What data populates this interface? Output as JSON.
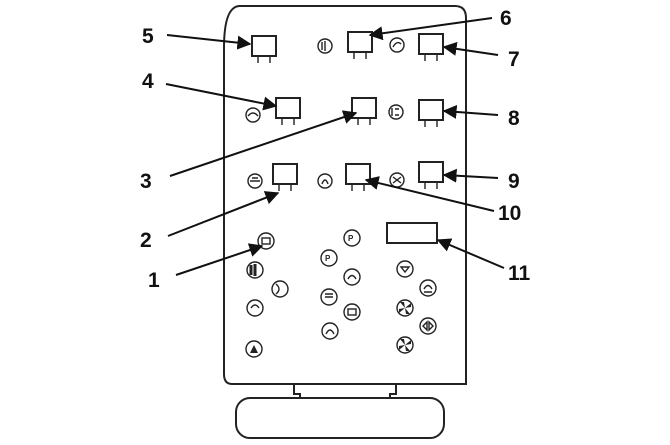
{
  "figure": {
    "callouts": [
      {
        "id": "1",
        "label": "1"
      },
      {
        "id": "2",
        "label": "2"
      },
      {
        "id": "3",
        "label": "3"
      },
      {
        "id": "4",
        "label": "4"
      },
      {
        "id": "5",
        "label": "5"
      },
      {
        "id": "6",
        "label": "6"
      },
      {
        "id": "7",
        "label": "7"
      },
      {
        "id": "8",
        "label": "8"
      },
      {
        "id": "9",
        "label": "9"
      },
      {
        "id": "10",
        "label": "10"
      },
      {
        "id": "11",
        "label": "11"
      }
    ],
    "symbol_text": {
      "parking_lamp": "P",
      "parking_lamp_left": "P"
    },
    "colors": {
      "line": "#222222",
      "text": "#111111",
      "background": "#ffffff"
    }
  }
}
